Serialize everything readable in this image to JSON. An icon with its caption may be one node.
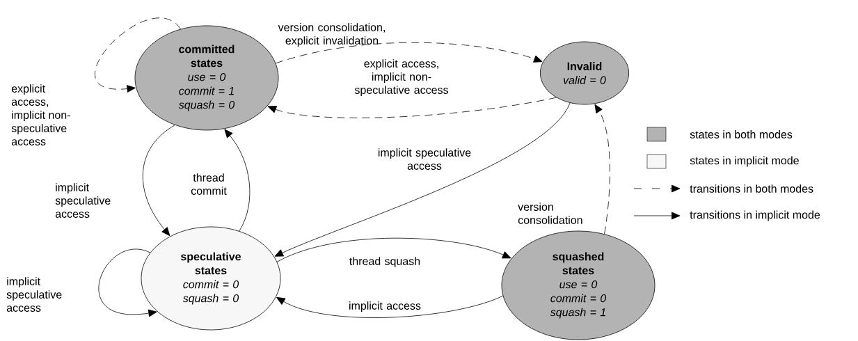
{
  "diagram": {
    "nodes": [
      {
        "text": [
          "committed states",
          "use = 0",
          "commit = 1",
          "squash = 0"
        ]
      },
      {
        "text": [
          "Invalid",
          "valid = 0"
        ]
      },
      {
        "text": [
          "speculative states",
          "commit = 0",
          "squash = 0"
        ]
      },
      {
        "text": [
          "squashed states",
          "use = 0",
          "commit = 0",
          "squash = 1"
        ]
      }
    ],
    "edges": [
      {
        "from": 0,
        "to": 0,
        "arrow": "to",
        "style": "dashed",
        "label": "explicit access, implicit non-speculative access"
      },
      {
        "from": 0,
        "to": 1,
        "arrow": "to",
        "style": "dashed",
        "label": "version consolidation, explicit invalidation"
      },
      {
        "from": 1,
        "to": 0,
        "arrow": "to",
        "style": "dashed",
        "label": "explicit access, implicit non-speculative access"
      },
      {
        "from": 1,
        "to": 2,
        "arrow": "to",
        "label": "implicit speculative access"
      },
      {
        "from": 0,
        "to": 2,
        "arrow": "to",
        "label": "implicit speculative access"
      },
      {
        "from": 2,
        "to": 0,
        "arrow": "to",
        "label": "thread commit"
      },
      {
        "from": 2,
        "to": 2,
        "arrow": "to",
        "label": "implicit speculative access"
      },
      {
        "from": 2,
        "to": 3,
        "arrow": "to",
        "label": "thread squash"
      },
      {
        "from": 3,
        "to": 2,
        "arrow": "to",
        "label": "implicit access"
      },
      {
        "from": 3,
        "to": 1,
        "arrow": "to",
        "style": "dashed",
        "label": "version consolidation"
      }
    ],
    "legend": [
      {
        "text": "states in both modes",
        "color": "#b3b3b3"
      },
      {
        "text": "states in implicit mode",
        "color": "#f7f7f7"
      },
      {
        "text": "transitions in both modes"
      },
      {
        "text": "transitions in implicit mode"
      }
    ]
  }
}
